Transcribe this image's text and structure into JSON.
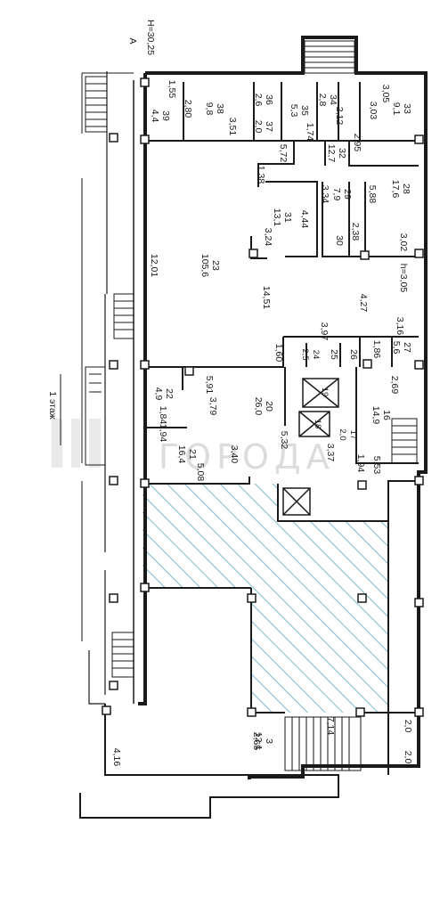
{
  "floor_title": "1 этаж",
  "axis_marker": "А",
  "elevation": "Н=30,25",
  "height_note": "h=3,05",
  "watermark": "ГОРОДА",
  "hatch_color": "#7fb8cf",
  "rooms": [
    {
      "num": "39",
      "area": "4,4"
    },
    {
      "num": "38",
      "area": "9,8"
    },
    {
      "num": "37",
      "area": "2,0"
    },
    {
      "num": "36",
      "area": "2,6"
    },
    {
      "num": "35",
      "area": "5,3"
    },
    {
      "num": "34",
      "area": "2,8"
    },
    {
      "num": "33",
      "area": "9,1"
    },
    {
      "num": "32",
      "area": "12,7"
    },
    {
      "num": "31",
      "area": "13,1"
    },
    {
      "num": "29",
      "area": "7,9"
    },
    {
      "num": "28",
      "area": "17,6"
    },
    {
      "num": "23",
      "area": "105,6"
    },
    {
      "num": "27",
      "area": "5,6"
    },
    {
      "num": "24",
      "area": "2,5"
    },
    {
      "num": "22",
      "area": "4,9"
    },
    {
      "num": "20",
      "area": "26,0"
    },
    {
      "num": "21",
      "area": "16,4"
    },
    {
      "num": "16",
      "area": "14,9"
    },
    {
      "num": "17",
      "area": "2,0"
    },
    {
      "num": "3",
      "area": "12,1"
    }
  ],
  "dimensions": [
    "1,55",
    "2,80",
    "3,51",
    "1,74",
    "2,12",
    "3,03",
    "3,05",
    "2,95",
    "5,72",
    "1,38",
    "3,34",
    "4,44",
    "3,24",
    "5,88",
    "2,38",
    "30",
    "3,02",
    "12,01",
    "14,51",
    "4,27",
    "3,97",
    "3,16",
    "1,60",
    "25",
    "26",
    "1,86",
    "5,91",
    "2,69",
    "1,84",
    "3,79",
    "1,94",
    "19",
    "18",
    "3,40",
    "5,08",
    "5,32",
    "3,37",
    "1,94",
    "5,53",
    "7,14",
    "2,65",
    "2,0",
    "2,0",
    "4,16"
  ]
}
